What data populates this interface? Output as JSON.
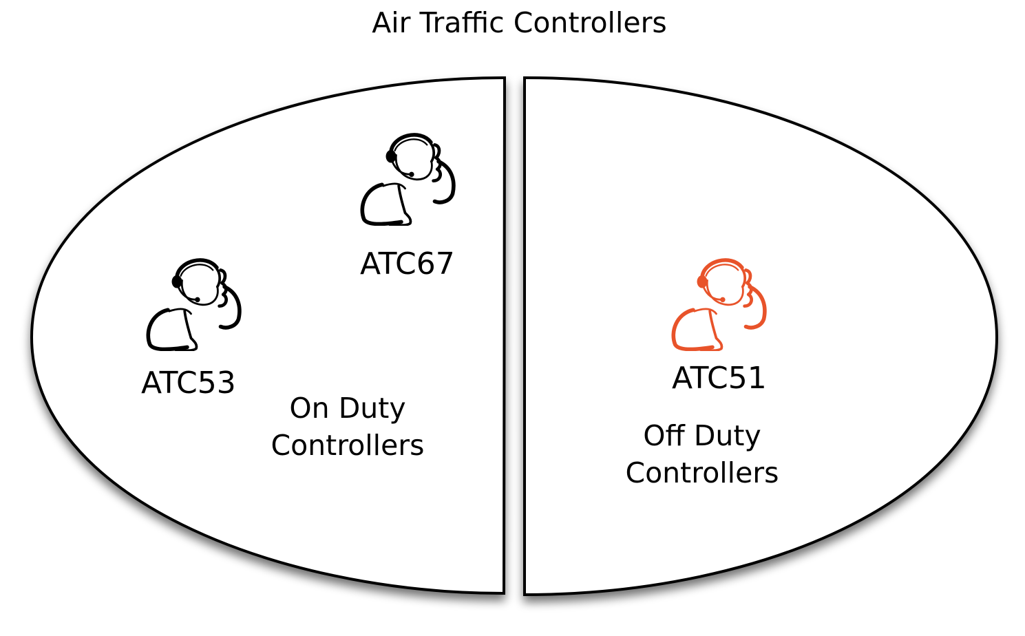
{
  "title": "Air Traffic Controllers",
  "groups": {
    "on_duty": {
      "label_line1": "On Duty",
      "label_line2": "Controllers"
    },
    "off_duty": {
      "label_line1": "Off Duty",
      "label_line2": "Controllers"
    }
  },
  "controllers": [
    {
      "id": "ATC67",
      "group": "on_duty",
      "color": "#000000"
    },
    {
      "id": "ATC53",
      "group": "on_duty",
      "color": "#000000"
    },
    {
      "id": "ATC51",
      "group": "off_duty",
      "color": "#e8532a"
    }
  ],
  "colors": {
    "outline": "#000000",
    "fill": "#ffffff",
    "highlight": "#e8532a"
  },
  "icons": {
    "controller": "headset-operator-icon"
  }
}
